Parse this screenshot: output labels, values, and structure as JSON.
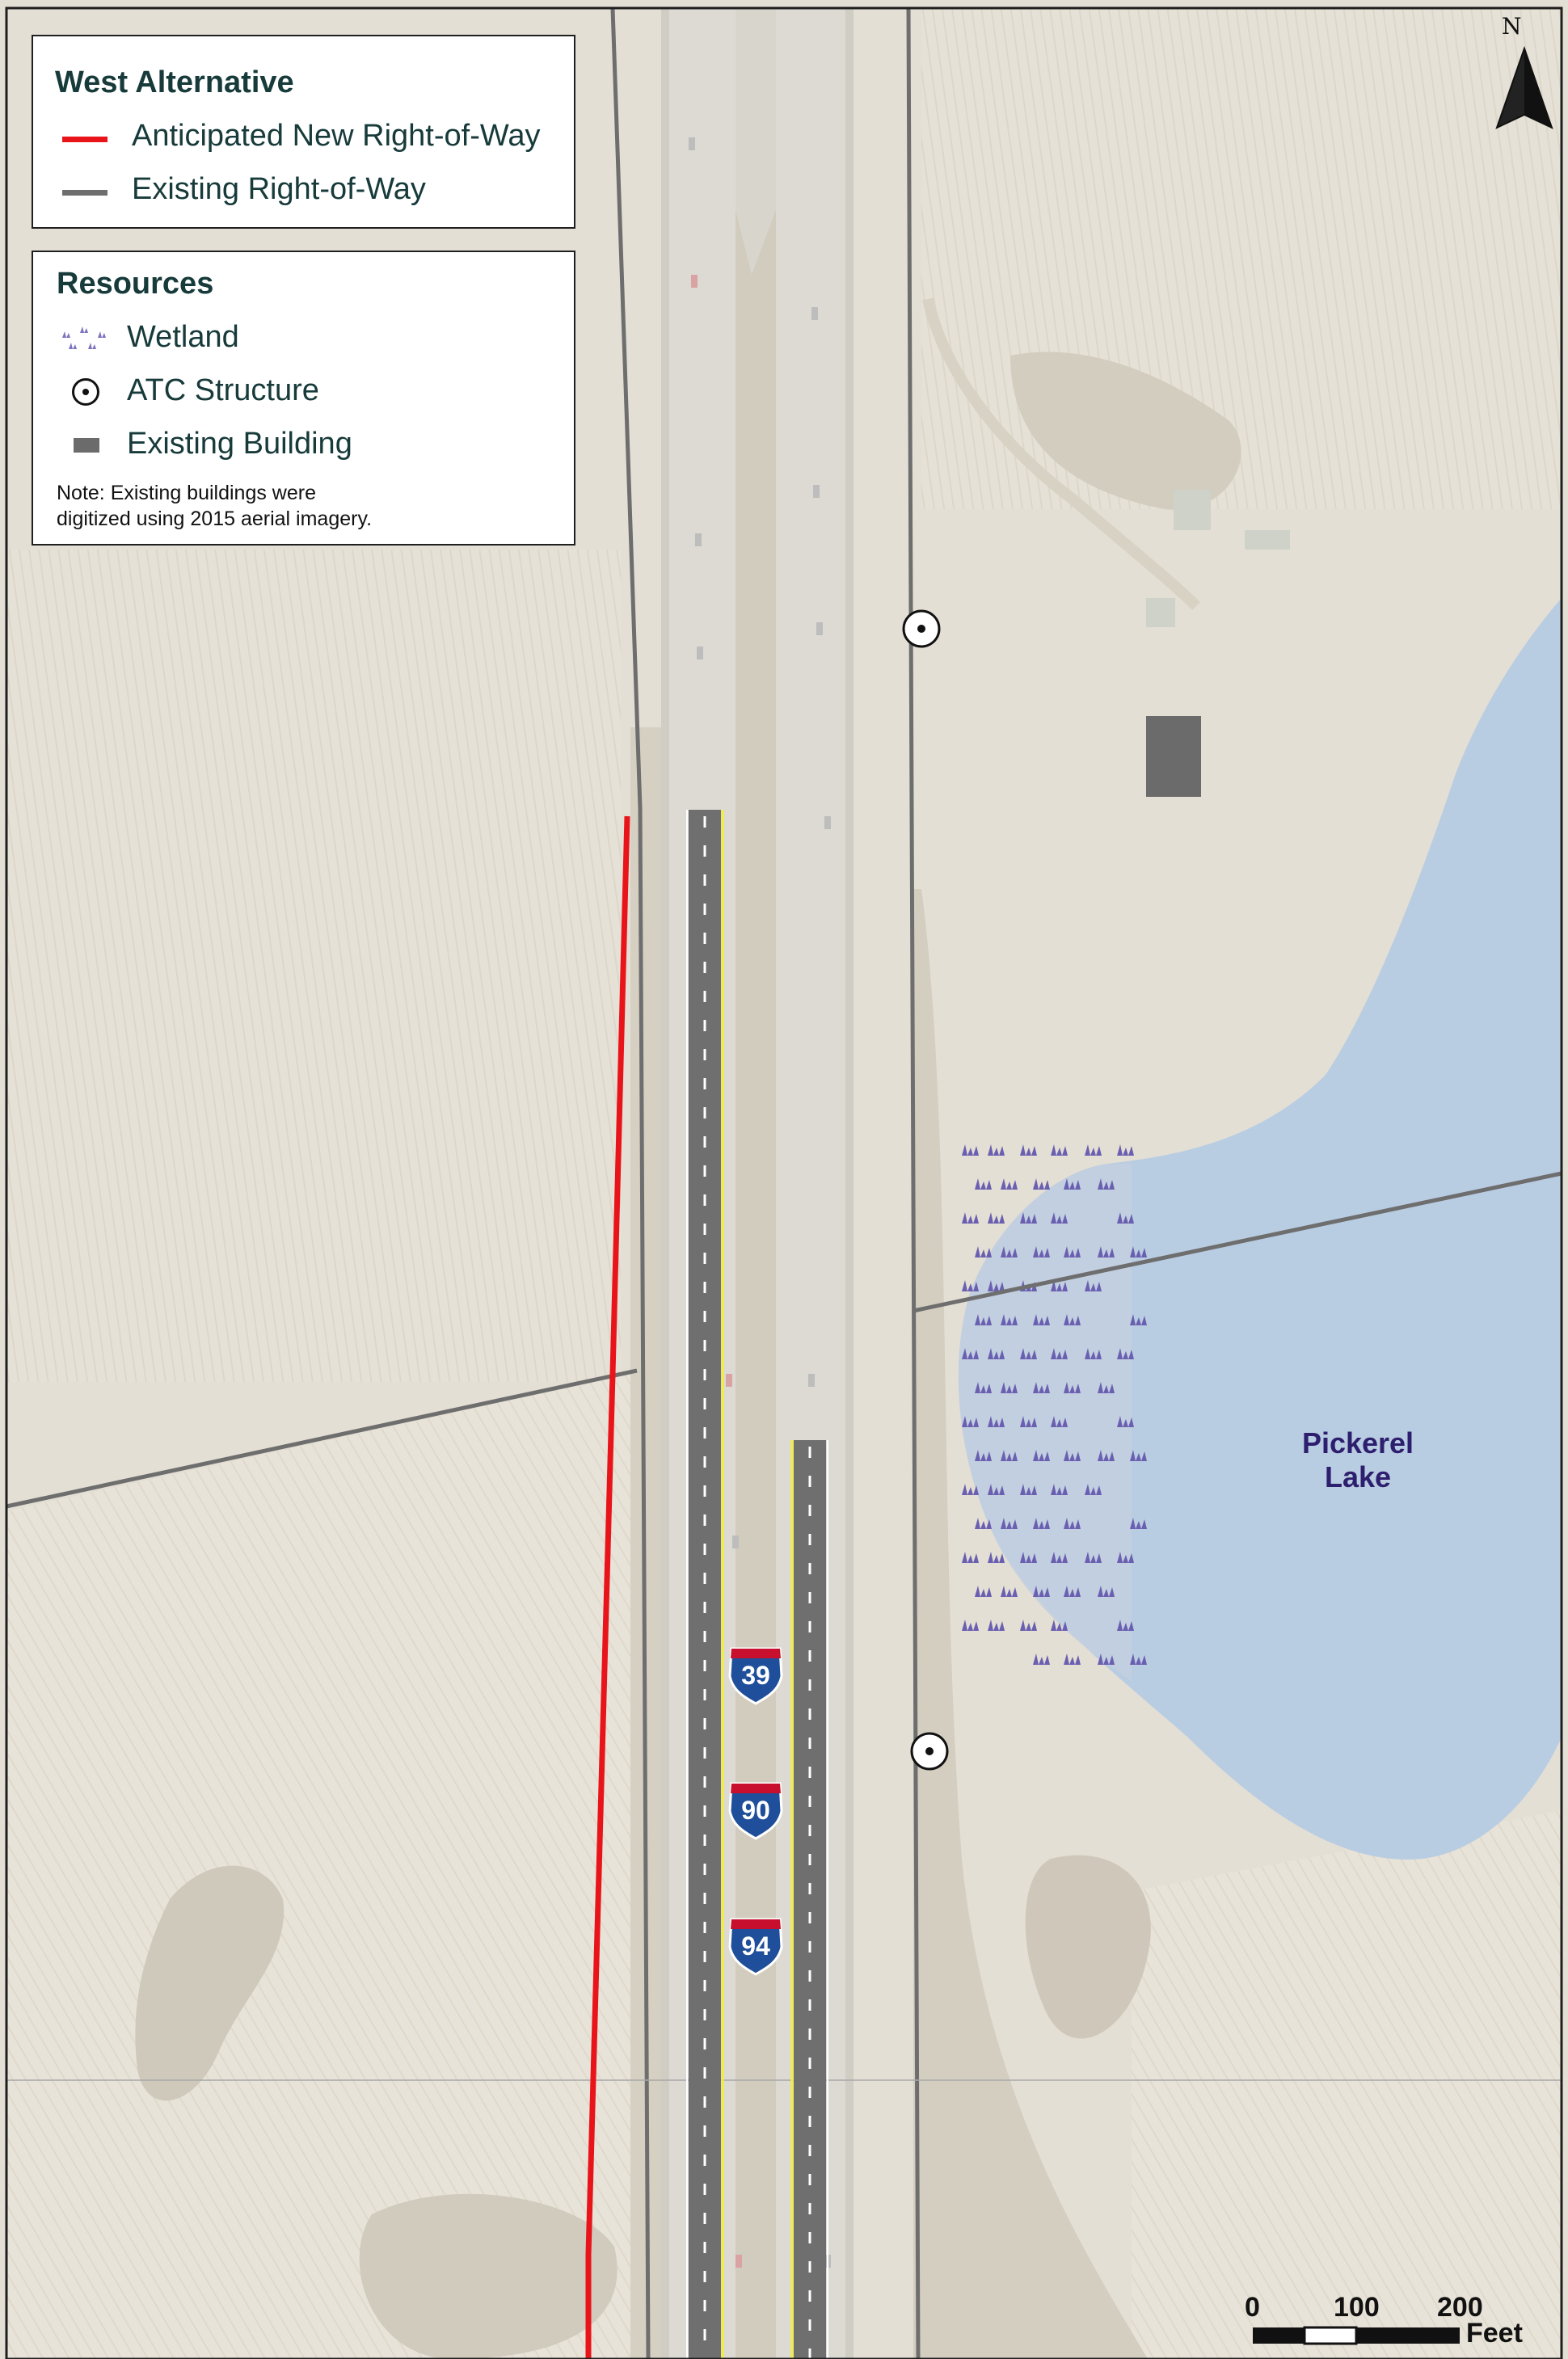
{
  "legend_alternative": {
    "title": "West Alternative",
    "items": [
      {
        "label": "Anticipated New Right-of-Way",
        "color": "#e8141a"
      },
      {
        "label": "Existing Right-of-Way",
        "color": "#6e6e6e"
      }
    ]
  },
  "legend_resources": {
    "title": "Resources",
    "items": [
      {
        "label": "Wetland",
        "icon": "wetland-icon"
      },
      {
        "label": "ATC Structure",
        "icon": "atc-structure-icon"
      },
      {
        "label": "Existing Building",
        "icon": "building-icon"
      }
    ],
    "note_line1": "Note: Existing buildings were",
    "note_line2": "digitized using 2015 aerial imagery."
  },
  "north_arrow_label": "N",
  "lake": {
    "line1": "Pickerel",
    "line2": "Lake",
    "color": "#b9cde2"
  },
  "shields": [
    {
      "number": "39"
    },
    {
      "number": "90"
    },
    {
      "number": "94"
    }
  ],
  "scale_bar": {
    "zero": "0",
    "mid": "100",
    "max": "200",
    "unit": "Feet"
  },
  "colors": {
    "proposed_row": "#e8141a",
    "existing_row": "#6e6e6e",
    "wetland": "#6a5fb0",
    "building": "#6b6b6b",
    "pavement_new": "#6f6f6f",
    "lane_edge": "#f2ee3a",
    "background_field": "#e6e1d6"
  }
}
